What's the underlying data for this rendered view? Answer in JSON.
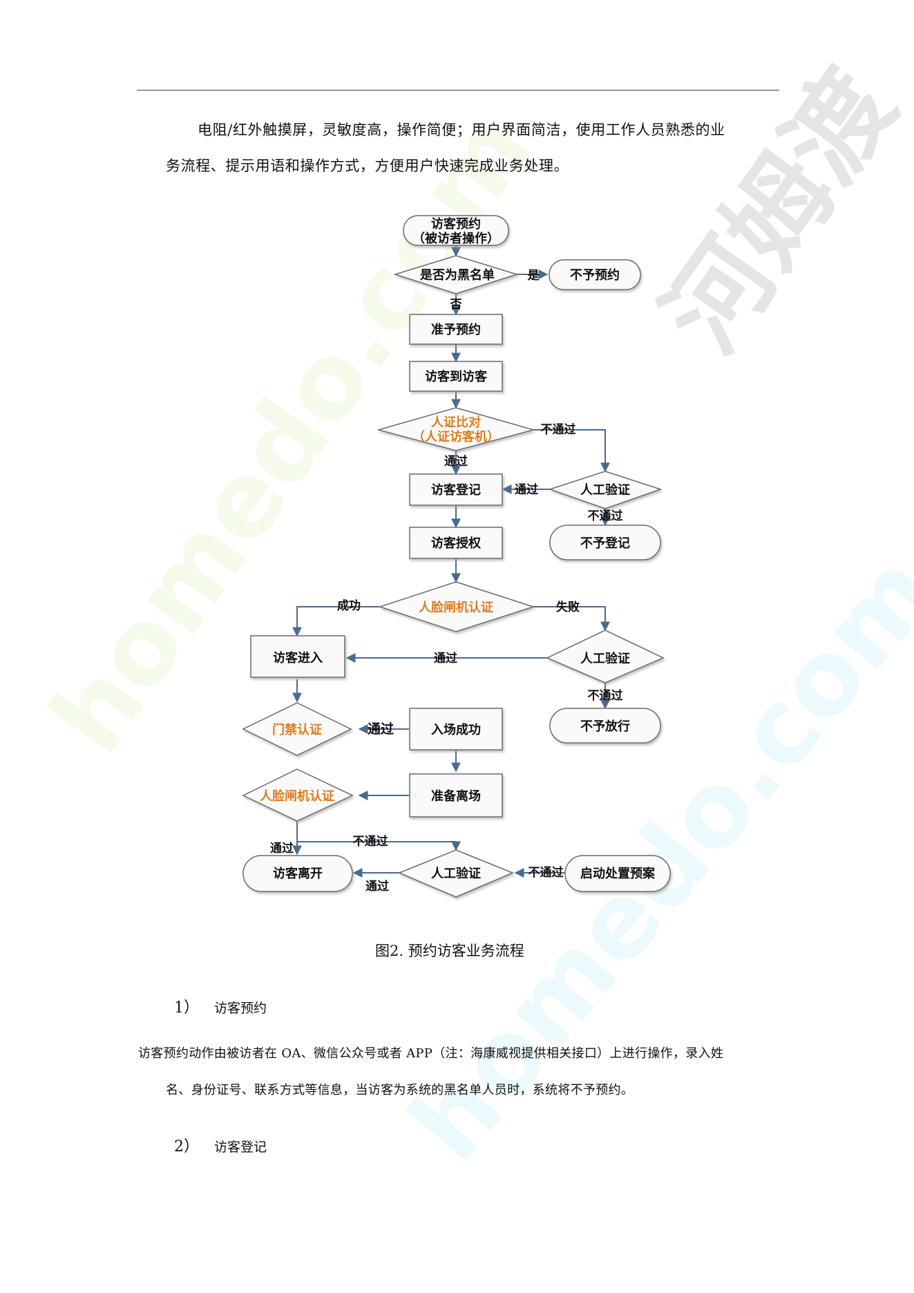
{
  "document": {
    "intro_line1": "电阻/红外触摸屏，灵敏度高，操作简便；用户界面简洁，使用工作人员熟悉的业",
    "intro_line2": "务流程、提示用语和操作方式，方便用户快速完成业务处理。",
    "figure_caption": "图2.  预约访客业务流程",
    "section1_num": "1）",
    "section1_title": "访客预约",
    "section1_body1": "访客预约动作由被访者在 OA、微信公众号或者 APP（注：海康威视提供相关接口）上进行操作，录入姓",
    "section1_body2": "名、身份证号、联系方式等信息，当访客为系统的黑名单人员时，系统将不予预约。",
    "section2_num": "2）",
    "section2_title": "访客登记"
  },
  "watermark": {
    "brand_cn": "河姆渡",
    "brand_en": "homedo.com"
  },
  "flowchart": {
    "nodes": {
      "start_1": "访客预约",
      "start_2": "（被访者操作）",
      "blacklist": "是否为黑名单",
      "deny_booking": "不予预约",
      "approve": "准予预约",
      "arrive": "访客到访客",
      "id_check_1": "人证比对",
      "id_check_2": "（人证访客机）",
      "manual_1": "人工验证",
      "register": "访客登记",
      "no_register": "不予登记",
      "authorize": "访客授权",
      "face_gate_1": "人脸闸机认证",
      "manual_2": "人工验证",
      "enter": "访客进入",
      "no_release": "不予放行",
      "door_auth": "门禁认证",
      "entry_ok": "入场成功",
      "prepare_leave": "准备离场",
      "face_gate_2": "人脸闸机认证",
      "manual_3": "人工验证",
      "leave": "访客离开",
      "emergency": "启动处置预案"
    },
    "labels": {
      "yes": "是",
      "no": "否",
      "pass": "通过",
      "fail": "不通过",
      "success": "成功",
      "failure": "失败"
    },
    "colors": {
      "line": "#4a6a8f",
      "highlight_text": "#e07b1c",
      "shape_stroke": "#6b6b6b"
    }
  }
}
